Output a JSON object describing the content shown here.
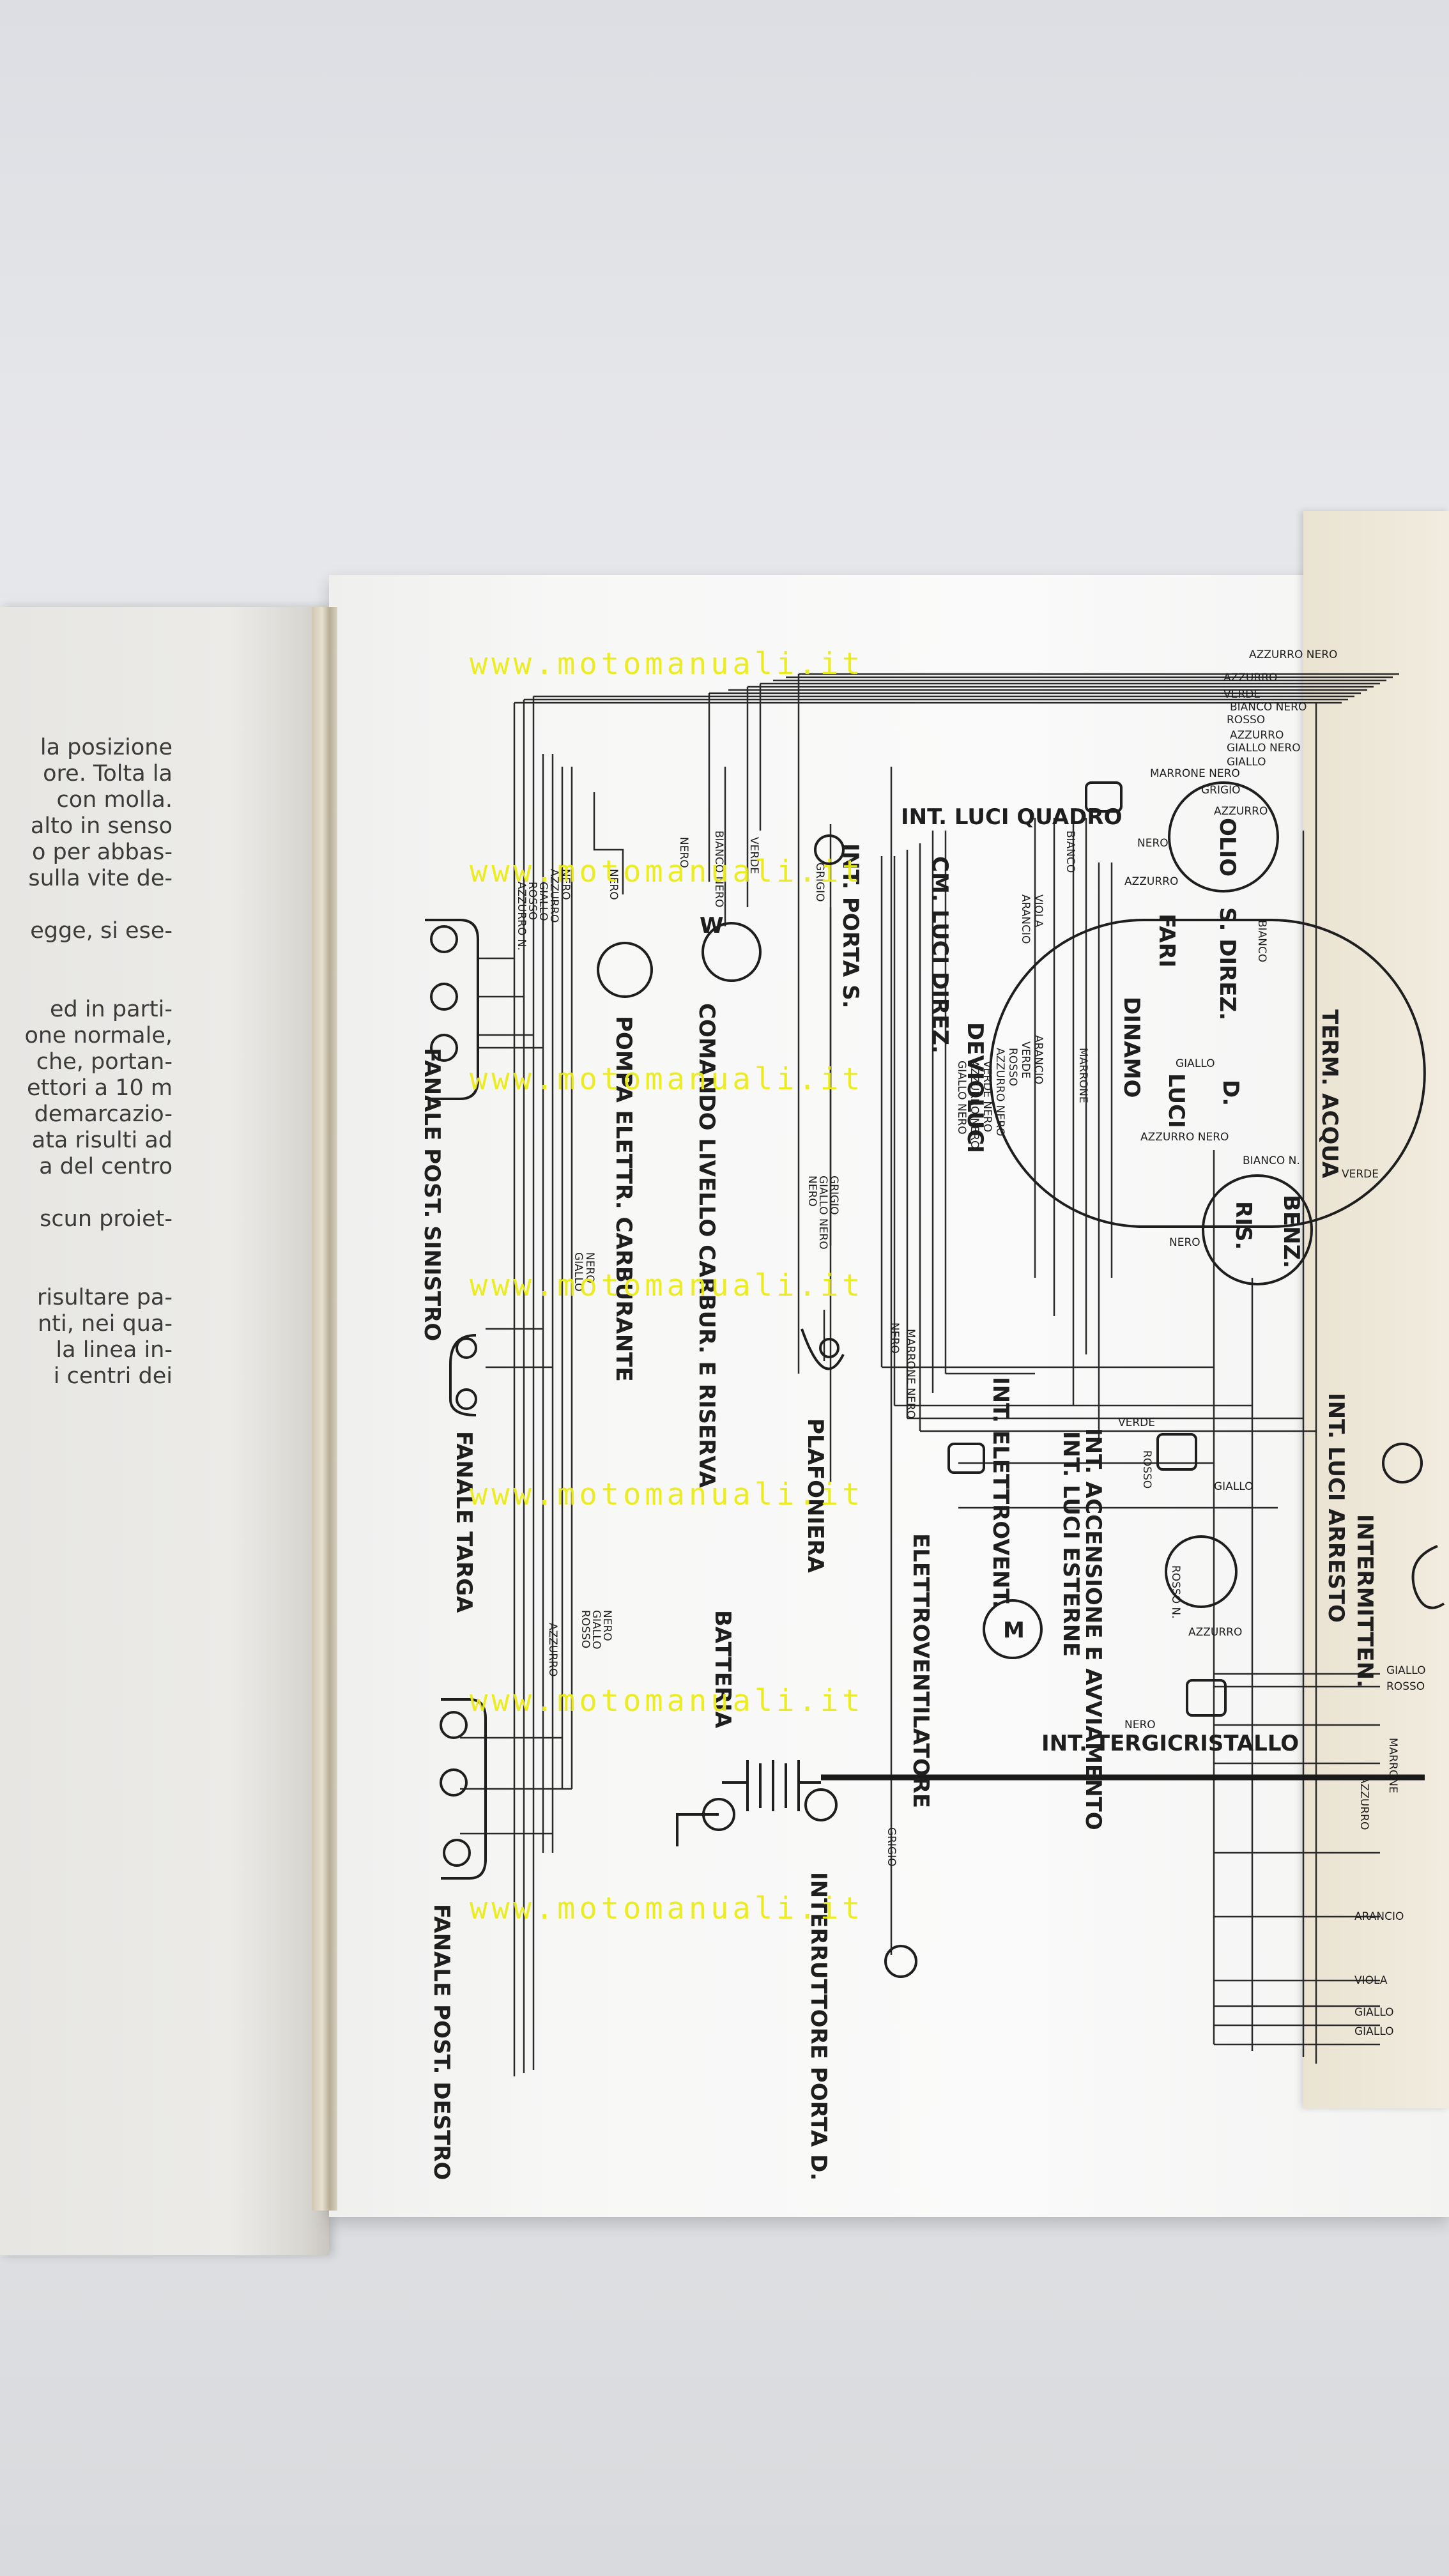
{
  "watermark": "www.motomanuali.it",
  "left_page_lines": [
    "la posizione",
    "ore. Tolta la",
    "con molla.",
    "alto in senso",
    "o per abbas-",
    "sulla vite de-",
    "",
    "egge, si ese-",
    "",
    "",
    "ed in parti-",
    "one normale,",
    "che, portan-",
    "ettori a 10 m",
    "demarcazio-",
    "ata risulti ad",
    "a del centro",
    "",
    "scun proiet-",
    "",
    "",
    "risultare pa-",
    "nti, nei qua-",
    "la linea in-",
    "i centri dei"
  ],
  "components": {
    "fanale_post_sinistro": "FANALE POST. SINISTRO",
    "pompa_carburante": "POMPA ELETTR. CARBURANTE",
    "comando_livello": "COMANDO LIVELLO CARBUR. E RISERVA",
    "int_porta_s": "INT. PORTA S.",
    "int_luci_quadro": "INT. LUCI QUADRO",
    "cm_luci_direz": "CM. LUCI DIREZ.",
    "devioluci": "DEVIOLUCI",
    "plafoniera": "PLAFONIERA",
    "int_elettrovent": "INT. ELETTROVENT.",
    "elettroventilatore": "ELETTROVENTILATORE",
    "fanale_targa": "FANALE TARGA",
    "batteria": "BATTERIA",
    "fanale_post_destro": "FANALE POST. DESTRO",
    "interruttore_porta_d": "INTERRUTTORE PORTA D.",
    "int_tergicristallo": "INT. TERGICRISTALLO",
    "int_luci_esterne": "INT. LUCI ESTERNE",
    "int_accensione": "INT. ACCENSIONE E AVVIAMENTO",
    "int_luci_arresto": "INT. LUCI ARRESTO",
    "intermitten": "INTERMITTEN.",
    "olio": "OLIO",
    "fari": "FARI",
    "s_direz": "S. DIREZ.",
    "dinamo": "DINAMO",
    "luci": "LUCI",
    "d_direz": "D.",
    "term_acqua": "TERM. ACQUA",
    "benz": "BENZ.",
    "ris": "RIS.",
    "motor_symbol": "M",
    "w_symbol": "W"
  },
  "wire_colors": {
    "top_bundle": [
      "AZZURRO NERO",
      "AZZURRO",
      "VERDE",
      "BIANCO NERO",
      "ROSSO",
      "AZZURRO",
      "GIALLO NERO",
      "GIALLO"
    ],
    "instrument": [
      "MARRONE NERO",
      "GRIGIO",
      "AZZURRO",
      "NERO",
      "BIANCO",
      "AZZURRO",
      "BIANCO",
      "GIALLO",
      "MARRONE",
      "AZZURRO NERO",
      "BIANCO N.",
      "VERDE",
      "NERO"
    ],
    "devioluci": [
      "VIOLA",
      "ARANCIO",
      "ARANCIO",
      "VERDE",
      "ROSSO",
      "AZZURRO NERO",
      "VERDE NERO",
      "AZZURRO NERO",
      "GIALLO NERO"
    ],
    "fanale_sinistro": [
      "NERO",
      "AZZURRO",
      "GIALLO",
      "ROSSO",
      "AZZURRO N."
    ],
    "pompa": [
      "NERO"
    ],
    "comando": [
      "NERO",
      "BIANCO NERO",
      "VERDE"
    ],
    "porta": [
      "GRIGIO"
    ],
    "plafoniera": [
      "GRIGIO",
      "GIALLO NERO",
      "NERO"
    ],
    "targa": [
      "NERO",
      "GIALLO"
    ],
    "destro": [
      "NERO",
      "GIALLO",
      "ROSSO",
      "AZZURRO"
    ],
    "elettrovent": [
      "MARRONE NERO",
      "NERO"
    ],
    "interruttore_d": [
      "GRIGIO"
    ],
    "accensione": [
      "VERDE",
      "ROSSO",
      "GIALLO",
      "ROSSO N.",
      "AZZURRO",
      "NERO"
    ],
    "right_edge": [
      "GIALLO",
      "ROSSO",
      "MARRONE",
      "AZZURRO",
      "ARANCIO",
      "VIOLA",
      "GIALLO",
      "GIALLO"
    ]
  }
}
